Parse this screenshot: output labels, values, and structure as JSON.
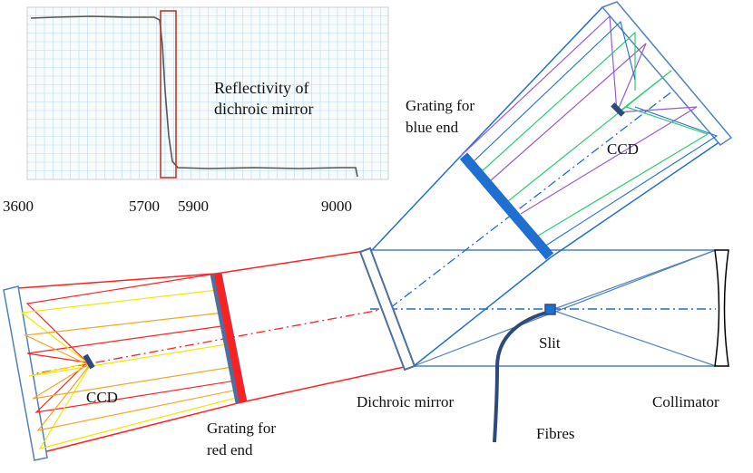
{
  "inset": {
    "title_line1": "Reflectivity of",
    "title_line2": "dichroic mirror",
    "x_ticks": [
      "3600",
      "5700",
      "5900",
      "9000"
    ]
  },
  "labels": {
    "grating_blue_line1": "Grating for",
    "grating_blue_line2": "blue end",
    "ccd_blue": "CCD",
    "ccd_red": "CCD",
    "grating_red_line1": "Grating for",
    "grating_red_line2": "red end",
    "dichroic_mirror": "Dichroic mirror",
    "slit": "Slit",
    "collimator": "Collimator",
    "fibres": "Fibres"
  },
  "colors": {
    "structure": "#4f81bd",
    "blue_beam": "#1f6fd0",
    "purple_ray": "#9b59d0",
    "green_ray": "#2ecc71",
    "red_beam": "#ff2020",
    "yellow_ray": "#f2e600",
    "orange_ray": "#f5a623",
    "fibre": "#2e4a7a",
    "highlight": "#c0392b",
    "grid": "#b8dce8"
  }
}
